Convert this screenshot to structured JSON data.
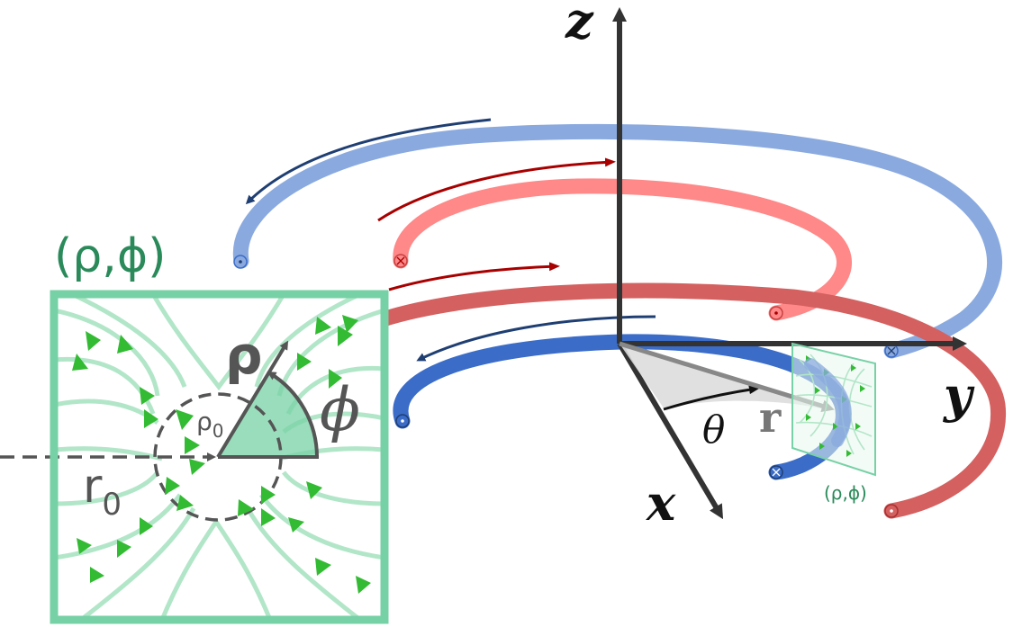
{
  "axes": {
    "z": "z",
    "y": "y",
    "x": "x",
    "theta": "θ",
    "r": "r"
  },
  "inset": {
    "label": "(ρ,ϕ)",
    "rho": "ρ",
    "phi": "ϕ",
    "rho0": "ρ",
    "rho0_sub": "0",
    "r0": "r",
    "r0_sub": "0"
  },
  "mini_panel": {
    "label": "(ρ,ϕ)"
  },
  "colors": {
    "light_blue_coil": "#8aaadf",
    "dark_blue_coil": "#3a6cc8",
    "light_red_coil": "#ff8888",
    "dark_red_coil": "#d46060",
    "arrow_navy": "#1f3f73",
    "arrow_darkred": "#a80000",
    "inset_frame": "#77d1a6",
    "field_lines": "#b2e6c8",
    "field_arrows": "#33bb33",
    "axis": "#333333"
  }
}
